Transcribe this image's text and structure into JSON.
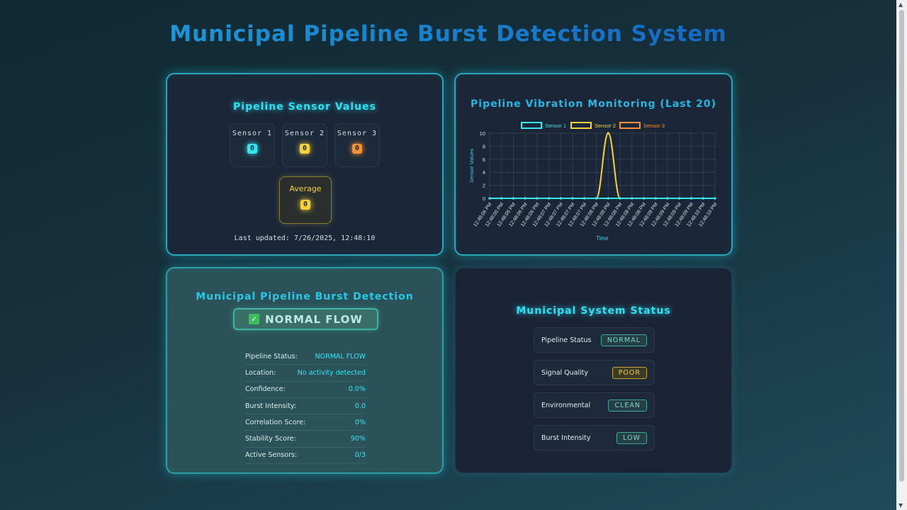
{
  "page": {
    "title": "Municipal Pipeline Burst Detection System"
  },
  "sensors_card": {
    "title": "Pipeline Sensor Values",
    "sensors": [
      {
        "label": "Sensor 1",
        "value": "0",
        "color": "#34e6f0"
      },
      {
        "label": "Sensor 2",
        "value": "0",
        "color": "#f5d13a"
      },
      {
        "label": "Sensor 3",
        "value": "0",
        "color": "#f39232"
      }
    ],
    "average": {
      "label": "Average",
      "value": "0"
    },
    "last_updated": "Last updated: 7/26/2025, 12:48:10"
  },
  "chart_card": {
    "title": "Pipeline Vibration Monitoring (Last 20)"
  },
  "chart_data": {
    "type": "line",
    "title": "Pipeline Vibration Monitoring (Last 20)",
    "xlabel": "Time",
    "ylabel": "Sensor Values",
    "ylim": [
      0,
      10
    ],
    "yticks": [
      0,
      2,
      4,
      6,
      8,
      10
    ],
    "grid": true,
    "legend_position": "top",
    "x": [
      "12:48:06 PM",
      "12:48:06 PM",
      "12:48:06 PM",
      "12:48:06 PM",
      "12:48:06 PM",
      "12:48:07 PM",
      "12:48:07 PM",
      "12:48:07 PM",
      "12:48:07 PM",
      "12:48:08 PM",
      "12:48:08 PM",
      "12:48:08 PM",
      "12:48:08 PM",
      "12:48:08 PM",
      "12:48:09 PM",
      "12:48:09 PM",
      "12:48:09 PM",
      "12:48:09 PM",
      "12:48:10 PM",
      "12:48:10 PM"
    ],
    "series": [
      {
        "name": "Sensor 1",
        "color": "#34e6f0",
        "values": [
          0,
          0,
          0,
          0,
          0,
          0,
          0,
          0,
          0,
          0,
          0,
          0,
          0,
          0,
          0,
          0,
          0,
          0,
          0,
          0
        ]
      },
      {
        "name": "Sensor 2",
        "color": "#f5d13a",
        "values": [
          0,
          0,
          0,
          0,
          0,
          0,
          0,
          0,
          0,
          0,
          10,
          0,
          0,
          0,
          0,
          0,
          0,
          0,
          0,
          0
        ]
      },
      {
        "name": "Sensor 3",
        "color": "#f39232",
        "values": [
          0,
          0,
          0,
          0,
          0,
          0,
          0,
          0,
          0,
          0,
          0,
          0,
          0,
          0,
          0,
          0,
          0,
          0,
          0,
          0
        ]
      }
    ]
  },
  "burst_card": {
    "title": "Municipal Pipeline Burst Detection",
    "flow_badge": "NORMAL FLOW",
    "details": [
      {
        "key": "Pipeline Status:",
        "value": "NORMAL FLOW"
      },
      {
        "key": "Location:",
        "value": "No activity detected"
      },
      {
        "key": "Confidence:",
        "value": "0.0%"
      },
      {
        "key": "Burst Intensity:",
        "value": "0.0"
      },
      {
        "key": "Correlation Score:",
        "value": "0%"
      },
      {
        "key": "Stability Score:",
        "value": "90%"
      },
      {
        "key": "Active Sensors:",
        "value": "0/3"
      }
    ]
  },
  "status_card": {
    "title": "Municipal System Status",
    "rows": [
      {
        "key": "Pipeline Status",
        "value": "NORMAL"
      },
      {
        "key": "Signal Quality",
        "value": "POOR"
      },
      {
        "key": "Environmental",
        "value": "CLEAN"
      },
      {
        "key": "Burst Intensity",
        "value": "LOW"
      }
    ]
  }
}
